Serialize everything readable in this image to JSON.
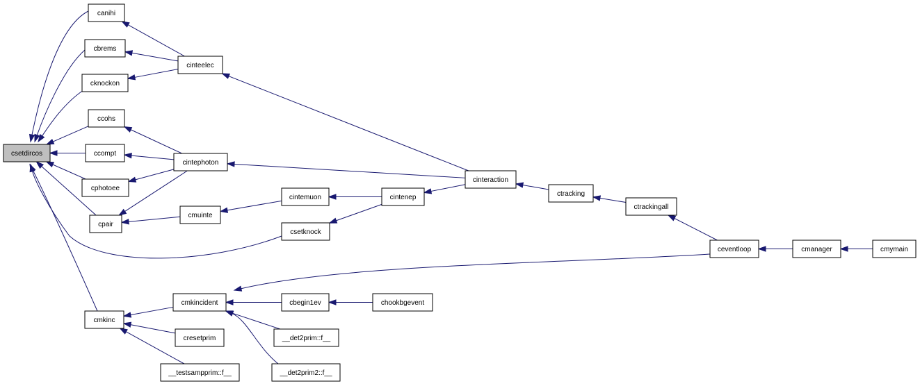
{
  "graph": {
    "root": "csetdircos",
    "colors": {
      "edge": "#191970",
      "root_fill": "#bfbfbf",
      "node_fill": "#ffffff",
      "border": "#000000"
    },
    "nodes": [
      {
        "id": "csetdircos",
        "label": "csetdircos"
      },
      {
        "id": "canihi",
        "label": "canihi"
      },
      {
        "id": "cbrems",
        "label": "cbrems"
      },
      {
        "id": "cknockon",
        "label": "cknockon"
      },
      {
        "id": "ccohs",
        "label": "ccohs"
      },
      {
        "id": "ccompt",
        "label": "ccompt"
      },
      {
        "id": "cphotoee",
        "label": "cphotoee"
      },
      {
        "id": "cpair",
        "label": "cpair"
      },
      {
        "id": "cmkinc",
        "label": "cmkinc"
      },
      {
        "id": "cinteelec",
        "label": "cinteelec"
      },
      {
        "id": "cintephoton",
        "label": "cintephoton"
      },
      {
        "id": "cmuinte",
        "label": "cmuinte"
      },
      {
        "id": "cmkincident",
        "label": "cmkincident"
      },
      {
        "id": "cresetprim",
        "label": "cresetprim"
      },
      {
        "id": "testsampprim",
        "label": "__testsampprim::f__"
      },
      {
        "id": "cintemuon",
        "label": "cintemuon"
      },
      {
        "id": "csetknock",
        "label": "csetknock"
      },
      {
        "id": "cbegin1ev",
        "label": "cbegin1ev"
      },
      {
        "id": "det2prim",
        "label": "__det2prim::f__"
      },
      {
        "id": "det2prim2",
        "label": "__det2prim2::f__"
      },
      {
        "id": "cintenep",
        "label": "cintenep"
      },
      {
        "id": "chookbgevent",
        "label": "chookbgevent"
      },
      {
        "id": "cinteraction",
        "label": "cinteraction"
      },
      {
        "id": "ctracking",
        "label": "ctracking"
      },
      {
        "id": "ctrackingall",
        "label": "ctrackingall"
      },
      {
        "id": "ceventloop",
        "label": "ceventloop"
      },
      {
        "id": "cmanager",
        "label": "cmanager"
      },
      {
        "id": "cmymain",
        "label": "cmymain"
      }
    ],
    "edges": [
      {
        "from": "canihi",
        "to": "csetdircos"
      },
      {
        "from": "cbrems",
        "to": "csetdircos"
      },
      {
        "from": "cknockon",
        "to": "csetdircos"
      },
      {
        "from": "ccohs",
        "to": "csetdircos"
      },
      {
        "from": "ccompt",
        "to": "csetdircos"
      },
      {
        "from": "cphotoee",
        "to": "csetdircos"
      },
      {
        "from": "cpair",
        "to": "csetdircos"
      },
      {
        "from": "csetknock",
        "to": "csetdircos"
      },
      {
        "from": "cmkinc",
        "to": "csetdircos"
      },
      {
        "from": "cinteelec",
        "to": "canihi"
      },
      {
        "from": "cinteelec",
        "to": "cbrems"
      },
      {
        "from": "cinteelec",
        "to": "cknockon"
      },
      {
        "from": "cintephoton",
        "to": "ccohs"
      },
      {
        "from": "cintephoton",
        "to": "ccompt"
      },
      {
        "from": "cintephoton",
        "to": "cphotoee"
      },
      {
        "from": "cintephoton",
        "to": "cpair"
      },
      {
        "from": "cmuinte",
        "to": "cpair"
      },
      {
        "from": "cmkincident",
        "to": "cmkinc"
      },
      {
        "from": "cresetprim",
        "to": "cmkinc"
      },
      {
        "from": "testsampprim",
        "to": "cmkinc"
      },
      {
        "from": "cinteraction",
        "to": "cinteelec"
      },
      {
        "from": "cinteraction",
        "to": "cintephoton"
      },
      {
        "from": "cintemuon",
        "to": "cmuinte"
      },
      {
        "from": "cintenep",
        "to": "cintemuon"
      },
      {
        "from": "cintenep",
        "to": "csetknock"
      },
      {
        "from": "cinteraction",
        "to": "cintenep"
      },
      {
        "from": "ctracking",
        "to": "cinteraction"
      },
      {
        "from": "ctrackingall",
        "to": "ctracking"
      },
      {
        "from": "ceventloop",
        "to": "ctrackingall"
      },
      {
        "from": "ceventloop",
        "to": "cmkincident"
      },
      {
        "from": "cbegin1ev",
        "to": "cmkincident"
      },
      {
        "from": "det2prim",
        "to": "cmkincident"
      },
      {
        "from": "det2prim2",
        "to": "cmkincident"
      },
      {
        "from": "chookbgevent",
        "to": "cbegin1ev"
      },
      {
        "from": "cmanager",
        "to": "ceventloop"
      },
      {
        "from": "cmymain",
        "to": "cmanager"
      }
    ]
  }
}
